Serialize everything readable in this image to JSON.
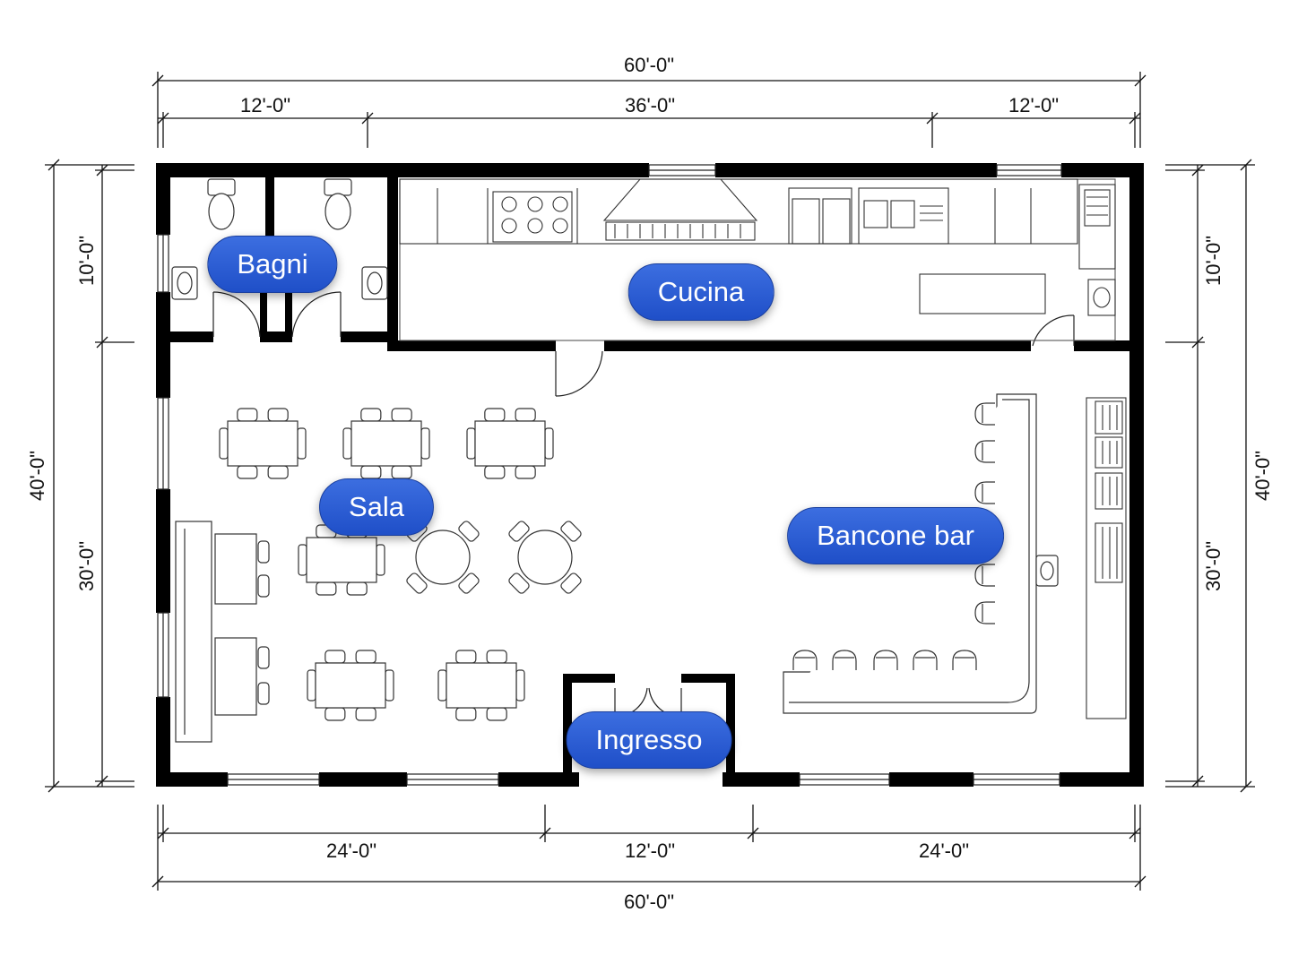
{
  "dimensions": {
    "top_total": "60'-0\"",
    "top_left": "12'-0\"",
    "top_mid": "36'-0\"",
    "top_right": "12'-0\"",
    "bottom_left": "24'-0\"",
    "bottom_mid": "12'-0\"",
    "bottom_right": "24'-0\"",
    "bottom_total": "60'-0\"",
    "left_total": "40'-0\"",
    "left_upper": "10'-0\"",
    "left_lower": "30'-0\"",
    "right_total": "40'-0\"",
    "right_upper": "10'-0\"",
    "right_lower": "30'-0\""
  },
  "rooms": {
    "bagni": "Bagni",
    "cucina": "Cucina",
    "sala": "Sala",
    "bancone": "Bancone bar",
    "ingresso": "Ingresso"
  },
  "colors": {
    "label_fill": "#2457d6",
    "label_text": "#ffffff",
    "wall": "#000000",
    "line": "#222222"
  }
}
